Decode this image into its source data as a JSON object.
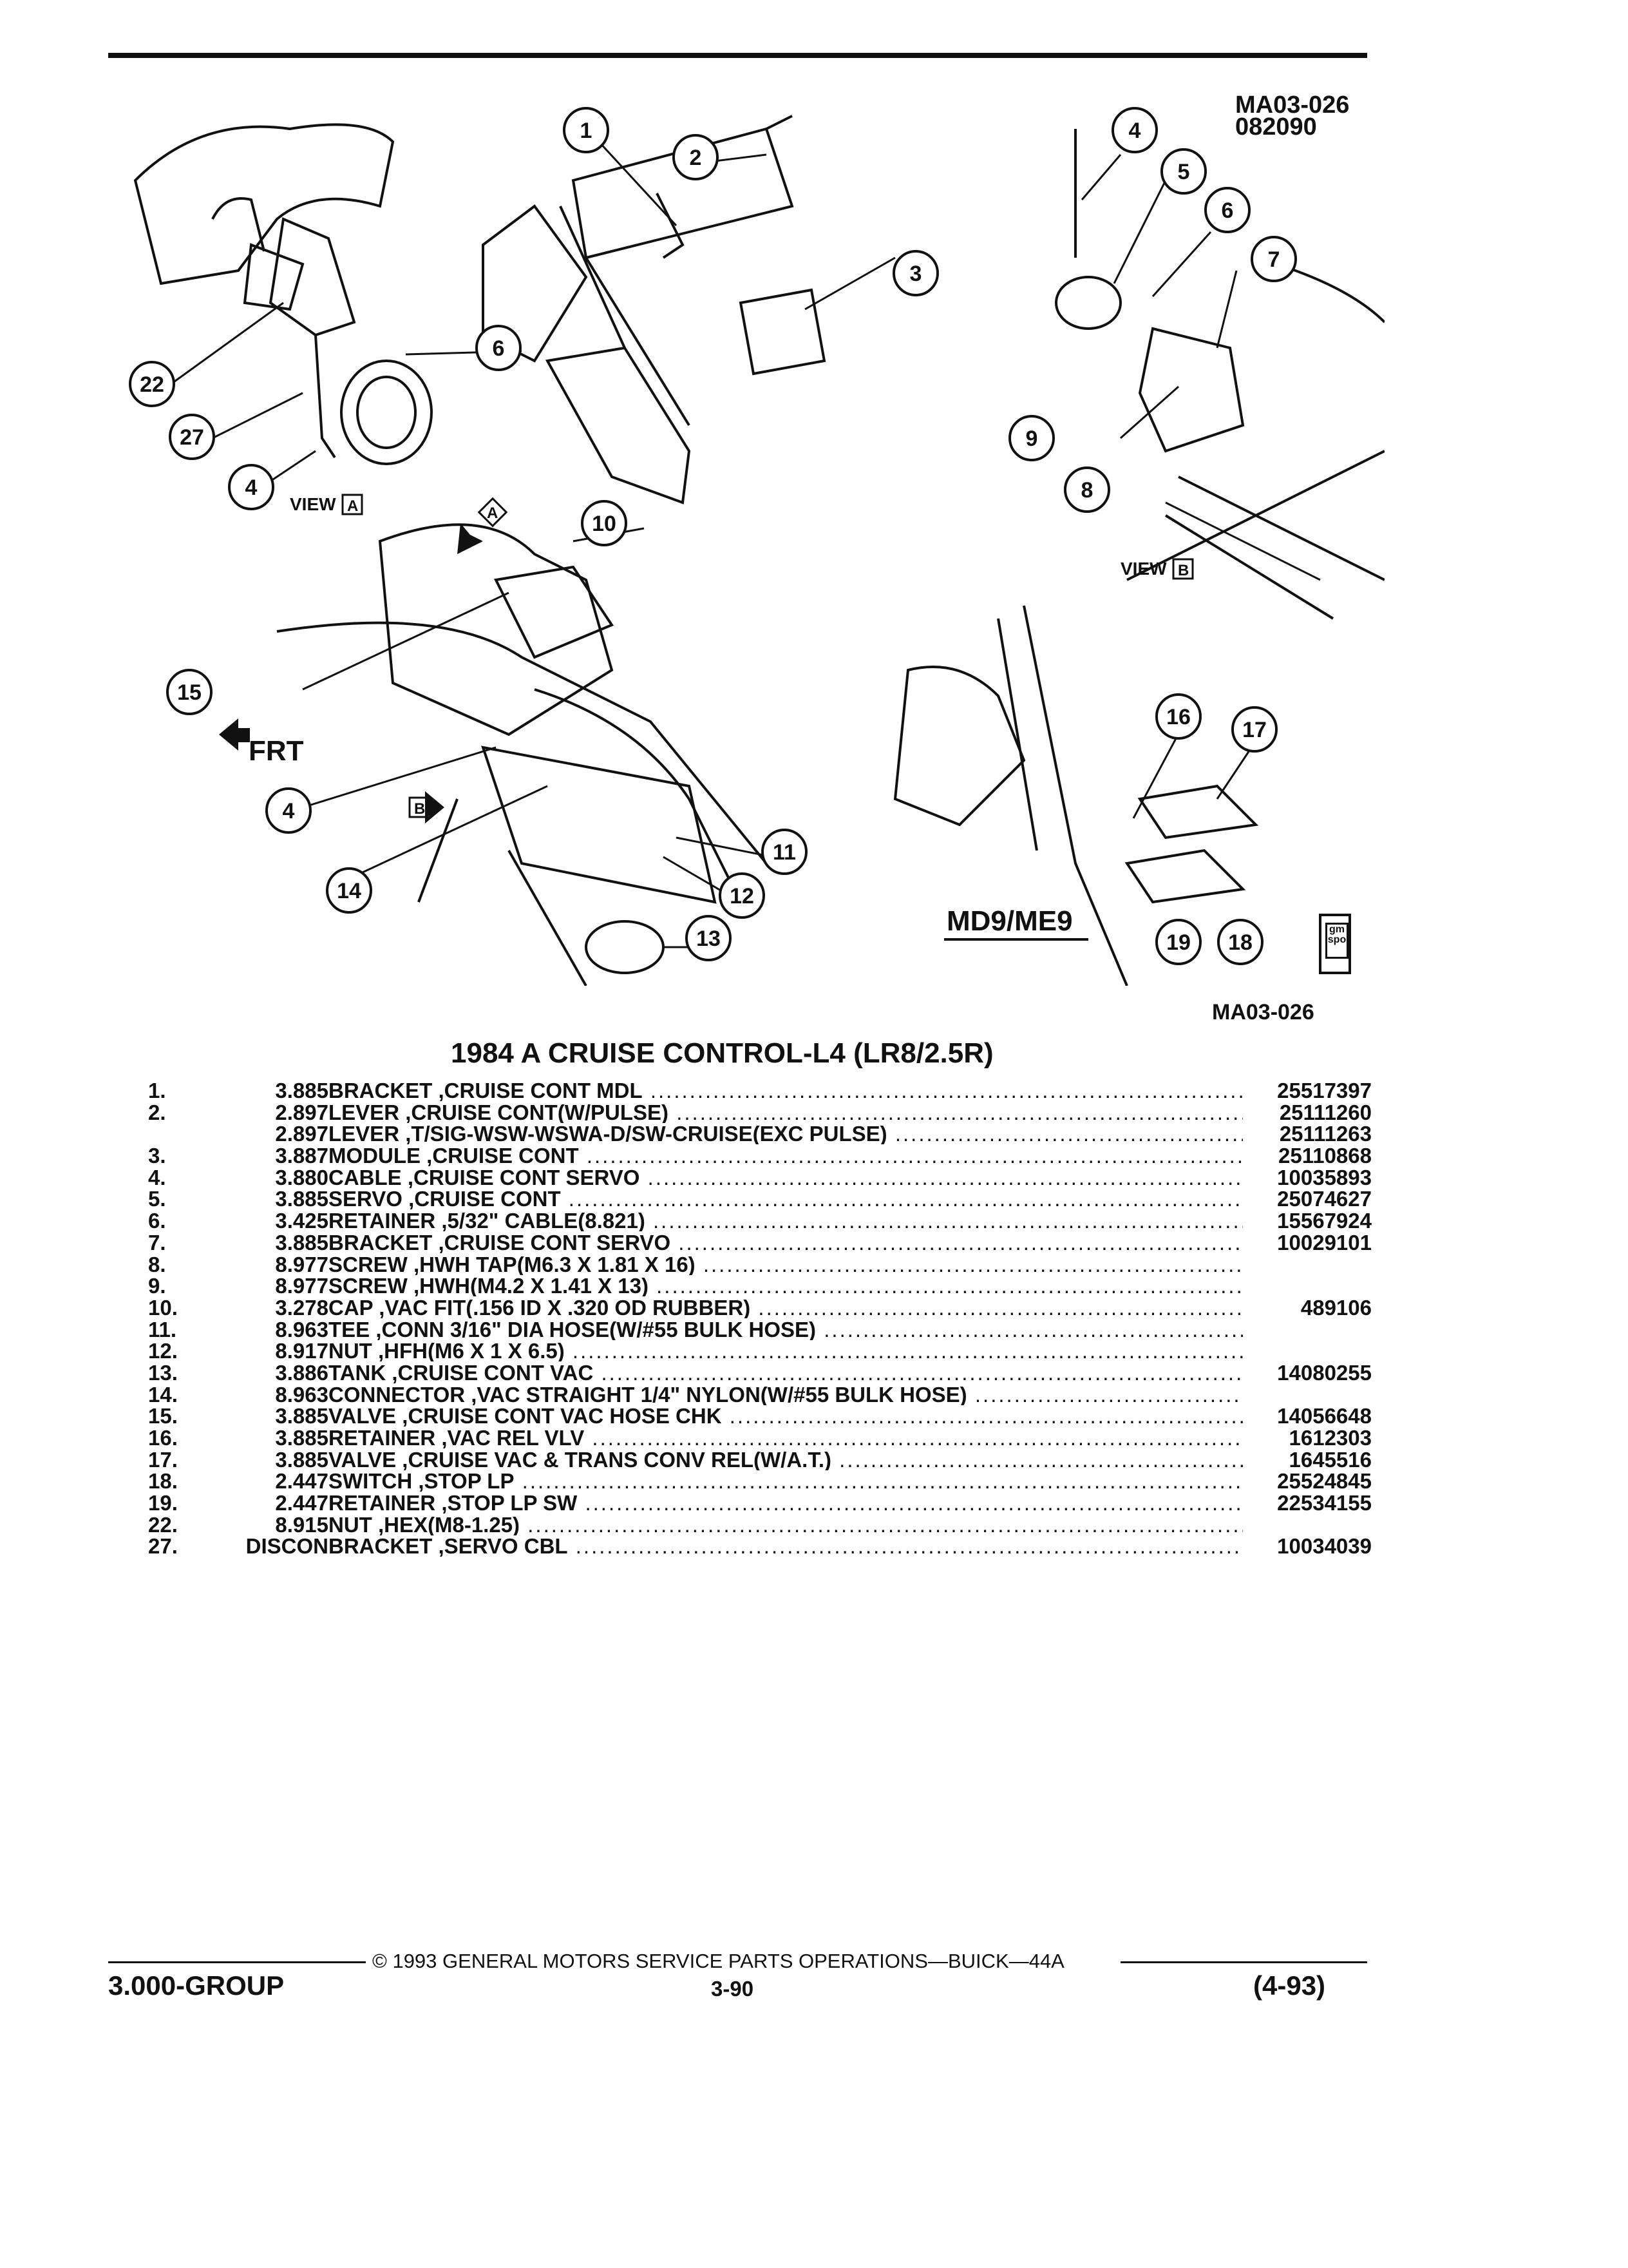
{
  "diagram": {
    "id": "MA03-026",
    "date_code": "082090",
    "view_a": "VIEW",
    "view_b": "VIEW",
    "box_a": "A",
    "box_b": "B",
    "front": "FRT",
    "model_label": "MD9/ME9",
    "bottom_label": "MA03-026",
    "callouts": [
      "1",
      "2",
      "3",
      "4",
      "5",
      "6",
      "7",
      "8",
      "9",
      "10",
      "11",
      "12",
      "13",
      "14",
      "15",
      "16",
      "17",
      "18",
      "19",
      "22",
      "27",
      "6",
      "4",
      "4"
    ]
  },
  "title": "1984 A CRUISE CONTROL-L4 (LR8/2.5R)",
  "parts": [
    {
      "ref": "1.",
      "group": "3.885",
      "desc": "BRACKET ,CRUISE CONT MDL",
      "pn": "25517397"
    },
    {
      "ref": "2.",
      "group": "2.897",
      "desc": "LEVER ,CRUISE CONT(W/PULSE)",
      "pn": "25111260"
    },
    {
      "ref": "",
      "group": "2.897",
      "desc": "LEVER ,T/SIG-WSW-WSWA-D/SW-CRUISE(EXC PULSE)",
      "pn": "25111263"
    },
    {
      "ref": "3.",
      "group": "3.887",
      "desc": "MODULE ,CRUISE CONT",
      "pn": "25110868"
    },
    {
      "ref": "4.",
      "group": "3.880",
      "desc": "CABLE ,CRUISE CONT SERVO",
      "pn": "10035893"
    },
    {
      "ref": "5.",
      "group": "3.885",
      "desc": "SERVO ,CRUISE CONT",
      "pn": "25074627"
    },
    {
      "ref": "6.",
      "group": "3.425",
      "desc": "RETAINER ,5/32\" CABLE(8.821)",
      "pn": "15567924"
    },
    {
      "ref": "7.",
      "group": "3.885",
      "desc": "BRACKET ,CRUISE CONT SERVO",
      "pn": "10029101"
    },
    {
      "ref": "8.",
      "group": "8.977",
      "desc": "SCREW ,HWH TAP(M6.3 X 1.81 X 16)",
      "pn": ""
    },
    {
      "ref": "9.",
      "group": "8.977",
      "desc": "SCREW ,HWH(M4.2 X 1.41 X 13)",
      "pn": ""
    },
    {
      "ref": "10.",
      "group": "3.278",
      "desc": "CAP ,VAC FIT(.156 ID X .320 OD RUBBER)",
      "pn": "489106"
    },
    {
      "ref": "11.",
      "group": "8.963",
      "desc": "TEE ,CONN 3/16\" DIA HOSE(W/#55 BULK HOSE)",
      "pn": ""
    },
    {
      "ref": "12.",
      "group": "8.917",
      "desc": "NUT ,HFH(M6 X 1 X 6.5)",
      "pn": ""
    },
    {
      "ref": "13.",
      "group": "3.886",
      "desc": "TANK ,CRUISE CONT VAC",
      "pn": "14080255"
    },
    {
      "ref": "14.",
      "group": "8.963",
      "desc": "CONNECTOR ,VAC STRAIGHT 1/4\" NYLON(W/#55 BULK HOSE)",
      "pn": ""
    },
    {
      "ref": "15.",
      "group": "3.885",
      "desc": "VALVE ,CRUISE CONT VAC HOSE CHK",
      "pn": "14056648"
    },
    {
      "ref": "16.",
      "group": "3.885",
      "desc": "RETAINER ,VAC REL VLV",
      "pn": "1612303"
    },
    {
      "ref": "17.",
      "group": "3.885",
      "desc": "VALVE ,CRUISE VAC & TRANS CONV REL(W/A.T.)",
      "pn": "1645516"
    },
    {
      "ref": "18.",
      "group": "2.447",
      "desc": "SWITCH ,STOP LP",
      "pn": "25524845"
    },
    {
      "ref": "19.",
      "group": "2.447",
      "desc": "RETAINER ,STOP LP SW",
      "pn": "22534155"
    },
    {
      "ref": "22.",
      "group": "8.915",
      "desc": "NUT ,HEX(M8-1.25)",
      "pn": ""
    },
    {
      "ref": "27.",
      "group": "DISCON",
      "desc": "BRACKET ,SERVO CBL",
      "pn": "10034039"
    }
  ],
  "footer": {
    "copyright": "© 1993 GENERAL MOTORS SERVICE PARTS OPERATIONS—BUICK—44A",
    "group": "3.000-GROUP",
    "page": "3-90",
    "date": "(4-93)"
  },
  "logo_text": "gm spo"
}
